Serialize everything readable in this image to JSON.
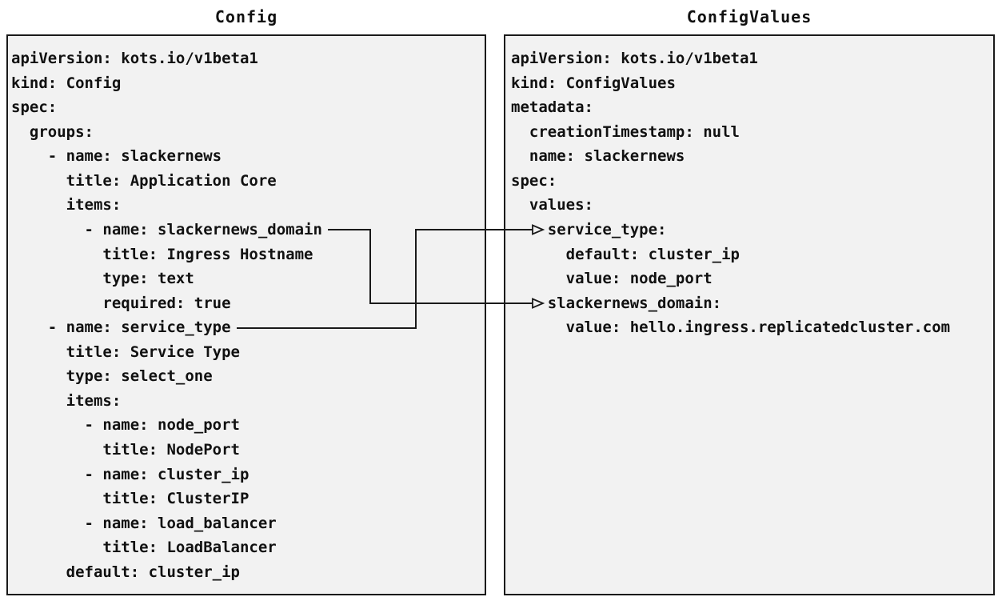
{
  "colors": {
    "page_bg": "#ffffff",
    "panel_bg": "#f2f2f2",
    "border": "#1a1a1a",
    "text": "#111111",
    "connector": "#1a1a1a"
  },
  "panels": [
    {
      "title": "Config",
      "lines": [
        "apiVersion: kots.io/v1beta1",
        "kind: Config",
        "spec:",
        "  groups:",
        "    - name: slackernews",
        "      title: Application Core",
        "      items:",
        "        - name: slackernews_domain",
        "          title: Ingress Hostname",
        "          type: text",
        "          required: true",
        "    - name: service_type",
        "      title: Service Type",
        "      type: select_one",
        "      items:",
        "        - name: node_port",
        "          title: NodePort",
        "        - name: cluster_ip",
        "          title: ClusterIP",
        "        - name: load_balancer",
        "          title: LoadBalancer",
        "      default: cluster_ip"
      ]
    },
    {
      "title": "ConfigValues",
      "lines": [
        "apiVersion: kots.io/v1beta1",
        "kind: ConfigValues",
        "metadata:",
        "  creationTimestamp: null",
        "  name: slackernews",
        "spec:",
        "  values:",
        "    service_type:",
        "      default: cluster_ip",
        "      value: node_port",
        "    slackernews_domain:",
        "      value: hello.ingress.replicatedcluster.com"
      ]
    }
  ],
  "connections": [
    {
      "from": "slackernews_domain",
      "to": "slackernews_domain",
      "direction": "left-to-right"
    },
    {
      "from": "service_type",
      "to": "service_type",
      "direction": "left-to-right"
    }
  ]
}
